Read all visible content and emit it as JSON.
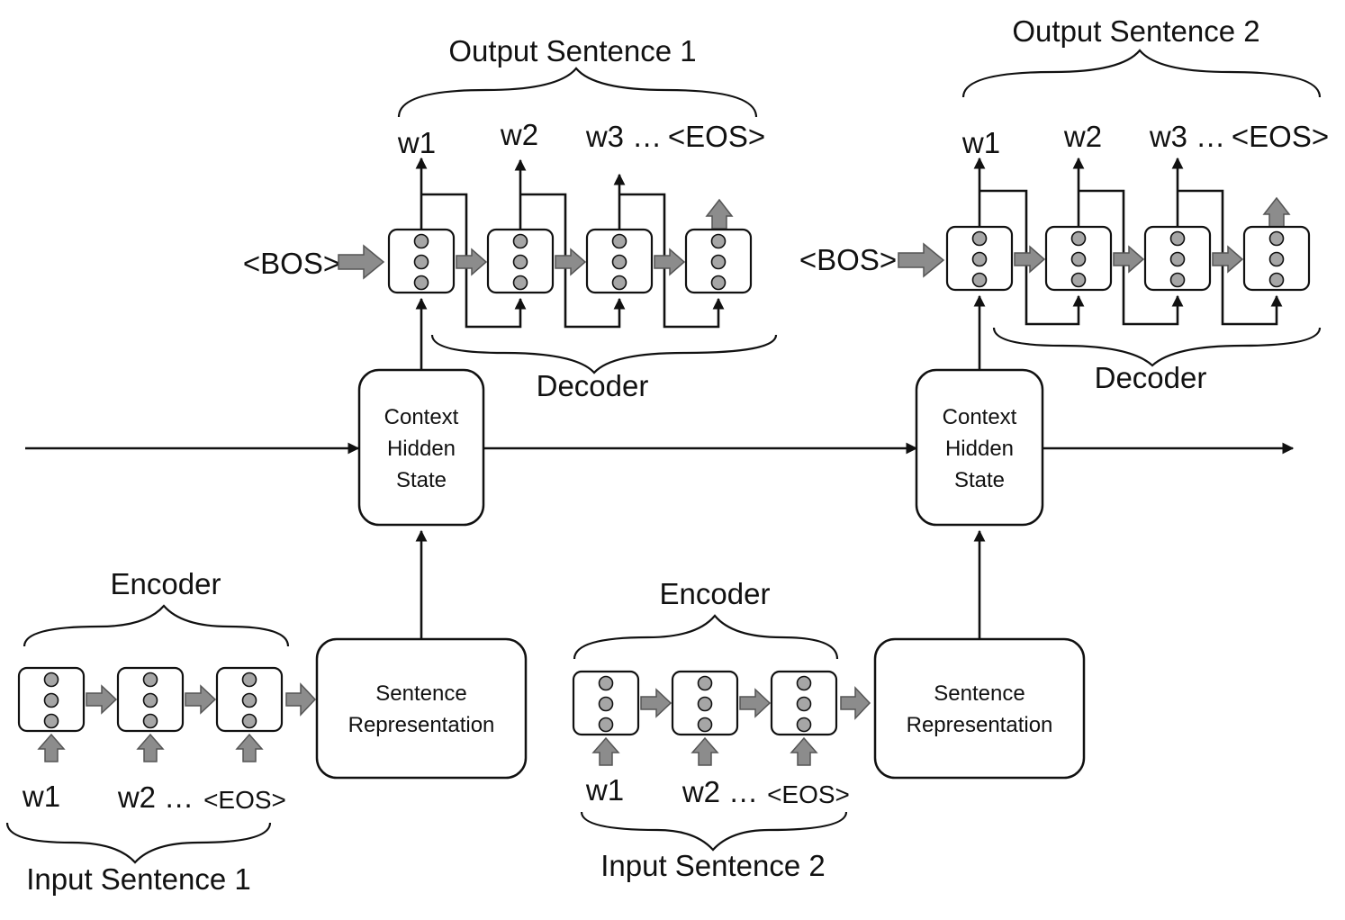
{
  "column1": {
    "output_sentence": "Output Sentence 1",
    "output_words": [
      "w1",
      "w2",
      "w3 …",
      "<EOS>"
    ],
    "bos": "<BOS>",
    "decoder": "Decoder",
    "context": [
      "Context",
      "Hidden",
      "State"
    ],
    "sentence_rep": [
      "Sentence",
      "Representation"
    ],
    "encoder": "Encoder",
    "input_words": [
      "w1",
      "w2 …",
      "<EOS>"
    ],
    "input_sentence": "Input Sentence 1"
  },
  "column2": {
    "output_sentence": "Output Sentence 2",
    "output_words": [
      "w1",
      "w2",
      "w3 …",
      "<EOS>"
    ],
    "bos": "<BOS>",
    "decoder": "Decoder",
    "context": [
      "Context",
      "Hidden",
      "State"
    ],
    "sentence_rep": [
      "Sentence",
      "Representation"
    ],
    "encoder": "Encoder",
    "input_words": [
      "w1",
      "w2 …",
      "<EOS>"
    ],
    "input_sentence": "Input Sentence 2"
  }
}
